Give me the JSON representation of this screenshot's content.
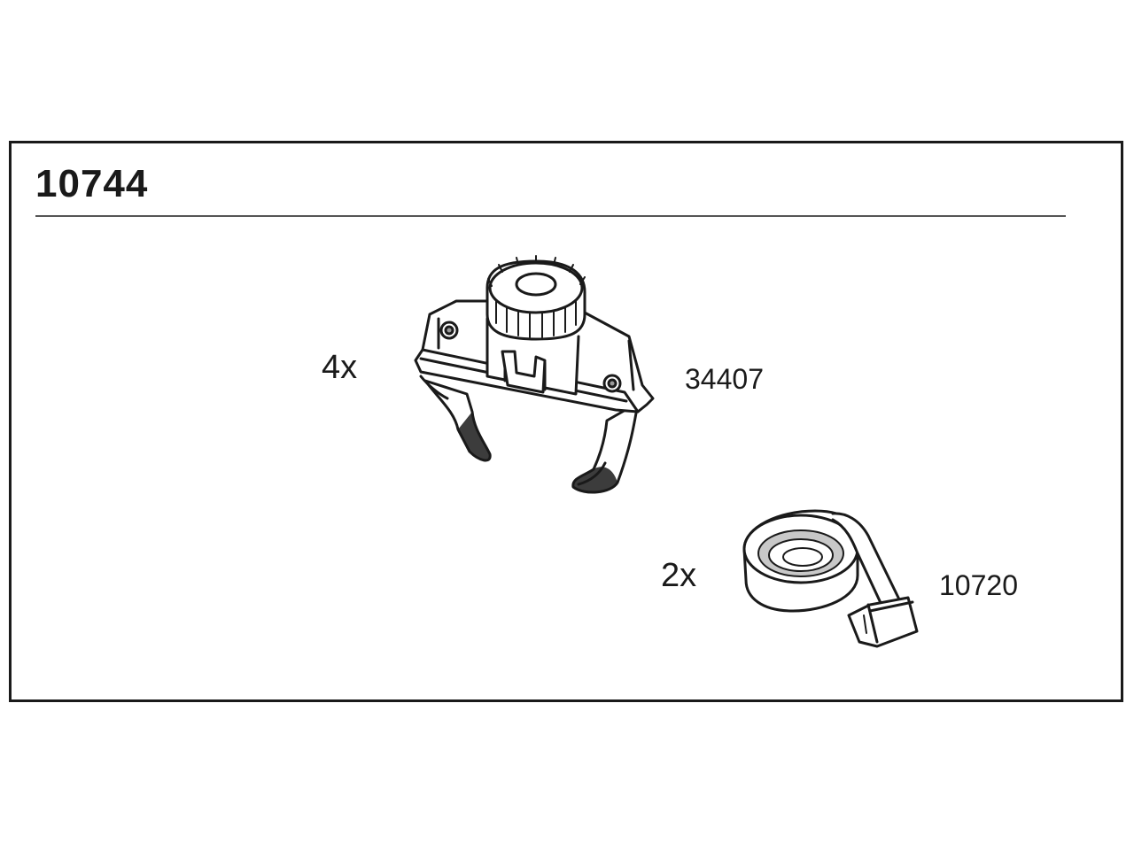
{
  "kit": {
    "number": "10744"
  },
  "parts": [
    {
      "quantity": "4x",
      "part_number": "34407",
      "icon": "fork-mount-adapter-icon"
    },
    {
      "quantity": "2x",
      "part_number": "10720",
      "icon": "strap-with-buckle-icon"
    }
  ],
  "colors": {
    "line": "#1a1a1a",
    "fill": "#ffffff",
    "shade": "#9a9a9a"
  }
}
